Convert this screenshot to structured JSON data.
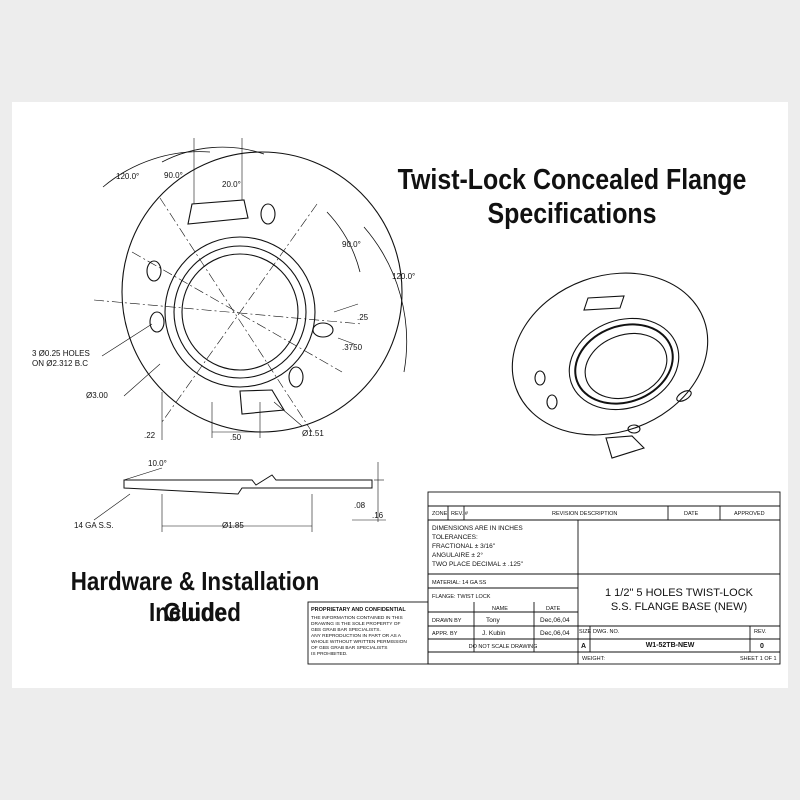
{
  "headings": {
    "title_line1": "Twist-Lock Concealed Flange",
    "title_line2": "Specifications",
    "guide_line1": "Hardware & Installation Guide",
    "guide_line2": "Included"
  },
  "dimensions": {
    "angle_120_left": "120.0°",
    "angle_90_top": "90.0°",
    "angle_20": "20.0°",
    "angle_90_right": "90.0°",
    "angle_120_right": "120.0°",
    "dim_25": ".25",
    "dim_3750": ".3750",
    "holes_line1": "3 Ø0.25 HOLES",
    "holes_line2": "ON Ø2.312 B.C",
    "dia_300": "Ø3.00",
    "dim_22": ".22",
    "dim_50": ".50",
    "dia_151": "Ø1.51",
    "angle_10": "10.0°",
    "dim_08": ".08",
    "dim_16": ".16",
    "gauge": "14 GA S.S.",
    "dia_185": "Ø1.85"
  },
  "title_block": {
    "rev_header": {
      "zone": "ZONE",
      "rev": "REV. #",
      "desc": "REVISION DESCRIPTION",
      "date": "DATE",
      "approved": "APPROVED"
    },
    "tolerances": {
      "line1": "DIMENSIONS ARE IN INCHES",
      "line2": "TOLERANCES:",
      "line3": "FRACTIONAL ± 3/16\"",
      "line4": "ANGULAIRE ± 2°",
      "line5": "TWO PLACE DECIMAL ± .125\""
    },
    "material": "MATERIAL: 14 GA SS",
    "flange": "FLANGE: TWIST LOCK",
    "part_title_line1": "1 1/2\" 5 HOLES TWIST-LOCK",
    "part_title_line2": "S.S. FLANGE BASE (NEW)",
    "proprietary_title": "PROPRIETARY AND CONFIDENTIAL",
    "proprietary_lines": [
      "THE INFORMATION CONTAINED IN THIS",
      "DRAWING IS THE SOLE PROPERTY OF",
      "GBS GRAB BAR SPECIALISTS.",
      "ANY REPRODUCTION IN PART OR AS A",
      "WHOLE WITHOUT WRITTEN PERMISSION",
      "OF GBS GRAB BAR SPECIALISTS",
      "IS PROHIBITED."
    ],
    "name_header": "NAME",
    "date_header": "DATE",
    "drawn_by_label": "DRAWN BY",
    "drawn_by_name": "Tony",
    "drawn_by_date": "Dec,06,04",
    "appr_by_label": "APPR. BY",
    "appr_by_name": "J. Kubin",
    "appr_by_date": "Dec,06,04",
    "no_scale": "DO NOT SCALE DRAWING",
    "size_label": "SIZE",
    "size_value": "A",
    "dwg_label": "DWG. NO.",
    "dwg_value": "W1-52TB-NEW",
    "rev_label": "REV.",
    "rev_value": "0",
    "weight_label": "WEIGHT:",
    "sheet": "SHEET 1 OF 1"
  }
}
